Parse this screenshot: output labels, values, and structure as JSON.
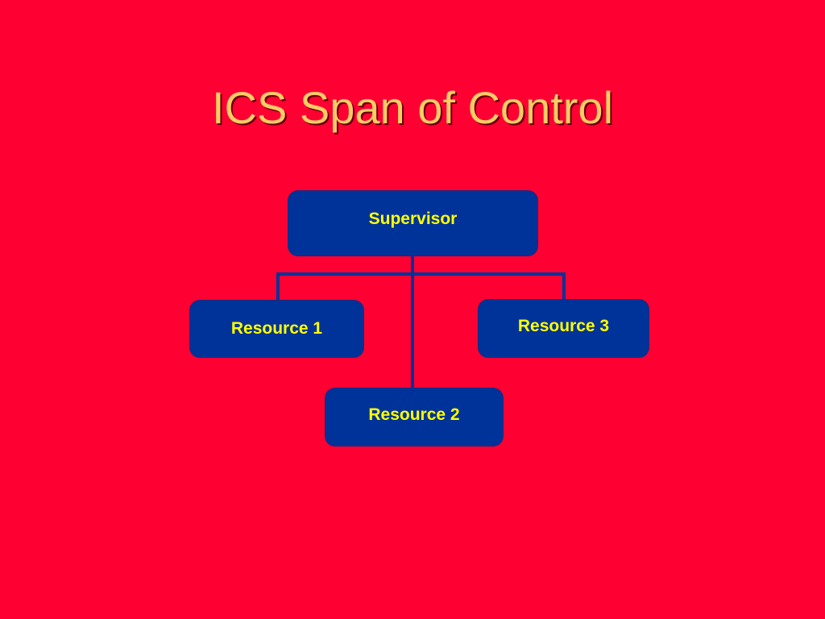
{
  "slide": {
    "title": "ICS Span of Control",
    "background_color": "#ff0033",
    "title_color": "#ffcc66"
  },
  "org_chart": {
    "node_fill_color": "#003399",
    "node_text_color": "#ffff00",
    "connector_color": "#003399",
    "root": {
      "label": "Supervisor"
    },
    "children": [
      {
        "label": "Resource 1"
      },
      {
        "label": "Resource 2"
      },
      {
        "label": "Resource 3"
      }
    ]
  }
}
